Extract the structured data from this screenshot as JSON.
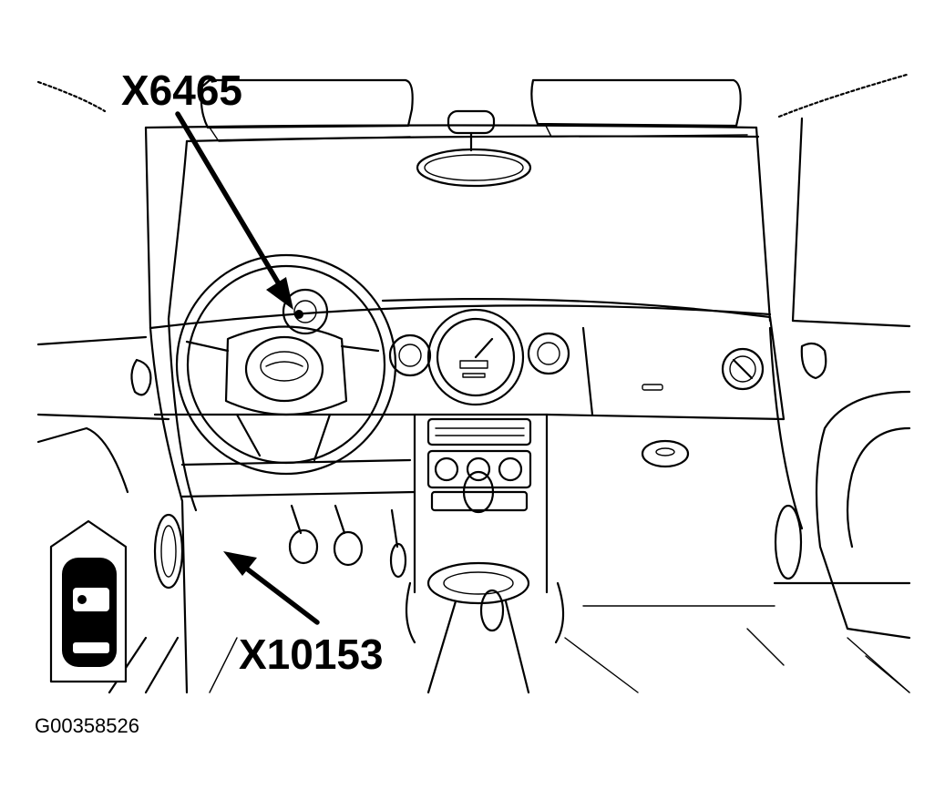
{
  "callouts": {
    "top": "X6465",
    "bottom": "X10153"
  },
  "figure_id": "G00358526",
  "icons": {
    "inset": "door-key-fob-icon",
    "arrow": "arrow-pointer-icon"
  },
  "colors": {
    "line": "#000000",
    "background": "#ffffff"
  }
}
